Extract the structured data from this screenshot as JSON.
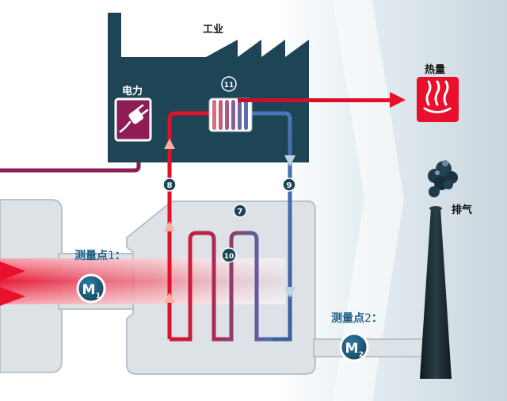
{
  "labels": {
    "industry": "工业",
    "electricity": "电力",
    "heat": "热量",
    "exhaust": "排气",
    "measure_point_1_text": "测量点",
    "measure_point_1_num": "1",
    "measure_point_1_colon": "：",
    "measure_point_2_text": "测量点",
    "measure_point_2_num": "2",
    "measure_point_2_colon": "："
  },
  "markers": {
    "m1_letter": "M",
    "m1_sub": "1",
    "m2_letter": "M",
    "m2_sub": "2",
    "n7": "7",
    "n8": "8",
    "n9": "9",
    "n10": "10",
    "n11": "11"
  },
  "colors": {
    "factory": "#1d4555",
    "hot_pipe": "#e0102a",
    "cold_pipe": "#4a7fb8",
    "power_line": "#8e1d56",
    "housing": "#dde2e6",
    "heat_badge": "#e8102c",
    "marker": "#1d5577"
  }
}
